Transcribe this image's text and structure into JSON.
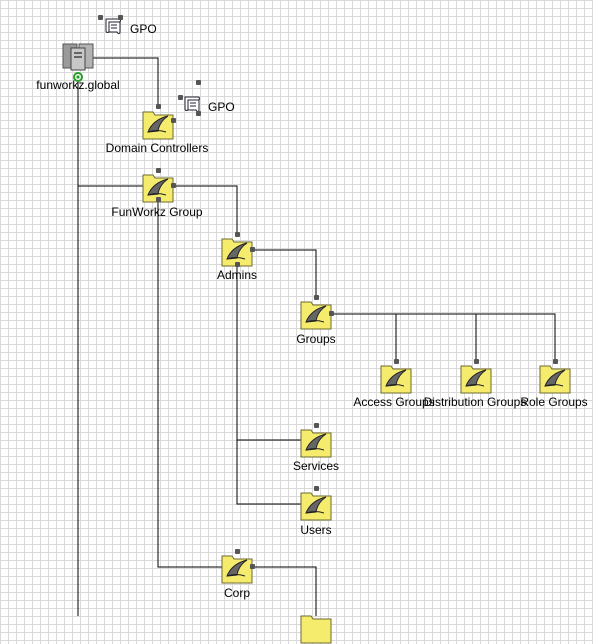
{
  "diagram": {
    "root": {
      "label": "funworkz.global"
    },
    "gpo_labels": [
      "GPO",
      "GPO"
    ],
    "ous": {
      "domain_controllers": "Domain Controllers",
      "funworkz_group": "FunWorkz Group",
      "admins": "Admins",
      "groups": "Groups",
      "access_groups": "Access Groups",
      "distribution_groups": "Distribution Groups",
      "role_groups": "Role Groups",
      "services": "Services",
      "users": "Users",
      "corp": "Corp"
    },
    "colors": {
      "ou_fill": "#f5ec6e",
      "ou_border": "#6e6a30",
      "line": "#000000",
      "grid": "#d9d9d9",
      "marker": "#2a9d2a"
    }
  }
}
